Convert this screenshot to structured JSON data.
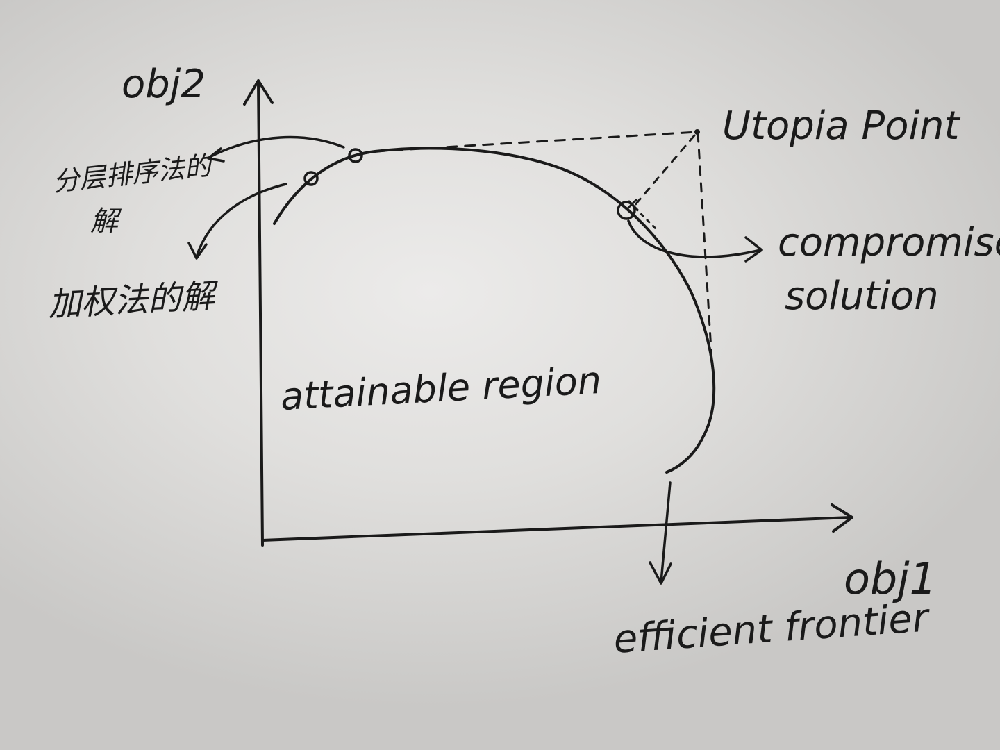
{
  "axes": {
    "y_label": "obj2",
    "x_label": "obj1"
  },
  "labels": {
    "utopia_point": "Utopia Point",
    "compromise_line1": "compromise",
    "compromise_line2": "solution",
    "hierarchical_line1": "分层排序法的",
    "hierarchical_line2": "解",
    "weighted": "加权法的解",
    "attainable_region": "attainable region",
    "efficient_frontier": "efficient frontier"
  },
  "colors": {
    "paper": "#e6e5e3",
    "ink": "#1a1a1a"
  }
}
